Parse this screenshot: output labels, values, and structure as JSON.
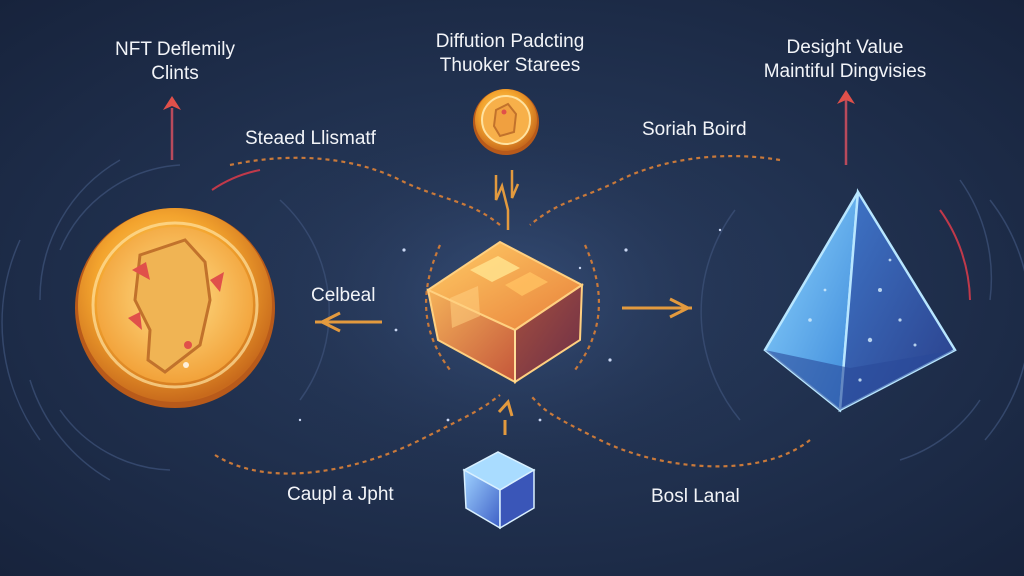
{
  "labels": {
    "top_left": {
      "line1": "NFT Deflemily",
      "line2": "Clints"
    },
    "top_center": {
      "line1": "Diffution Padcting",
      "line2": "Thuoker Starees"
    },
    "top_right": {
      "line1": "Desight Value",
      "line2": "Maintiful Dingvisies"
    },
    "mid_left_upper": "Steaed Llismatf",
    "mid_right_upper": "Soriah Boird",
    "left_arrow_label": "Celbeal",
    "bottom_left": "Caupl a Jpht",
    "bottom_right": "Bosl Lanal"
  },
  "colors": {
    "background": "#1d2a45",
    "coin_gold": "#f3a42e",
    "cube_orange": "#f09a3a",
    "crystal_blue": "#4aa6ec",
    "connector_orange": "#c9793a",
    "arrow_red": "#e0504a"
  },
  "icons": [
    "gold-coin-icon",
    "orange-cube-icon",
    "blue-pyramid-icon",
    "small-blue-cube-icon",
    "small-coin-icon"
  ]
}
